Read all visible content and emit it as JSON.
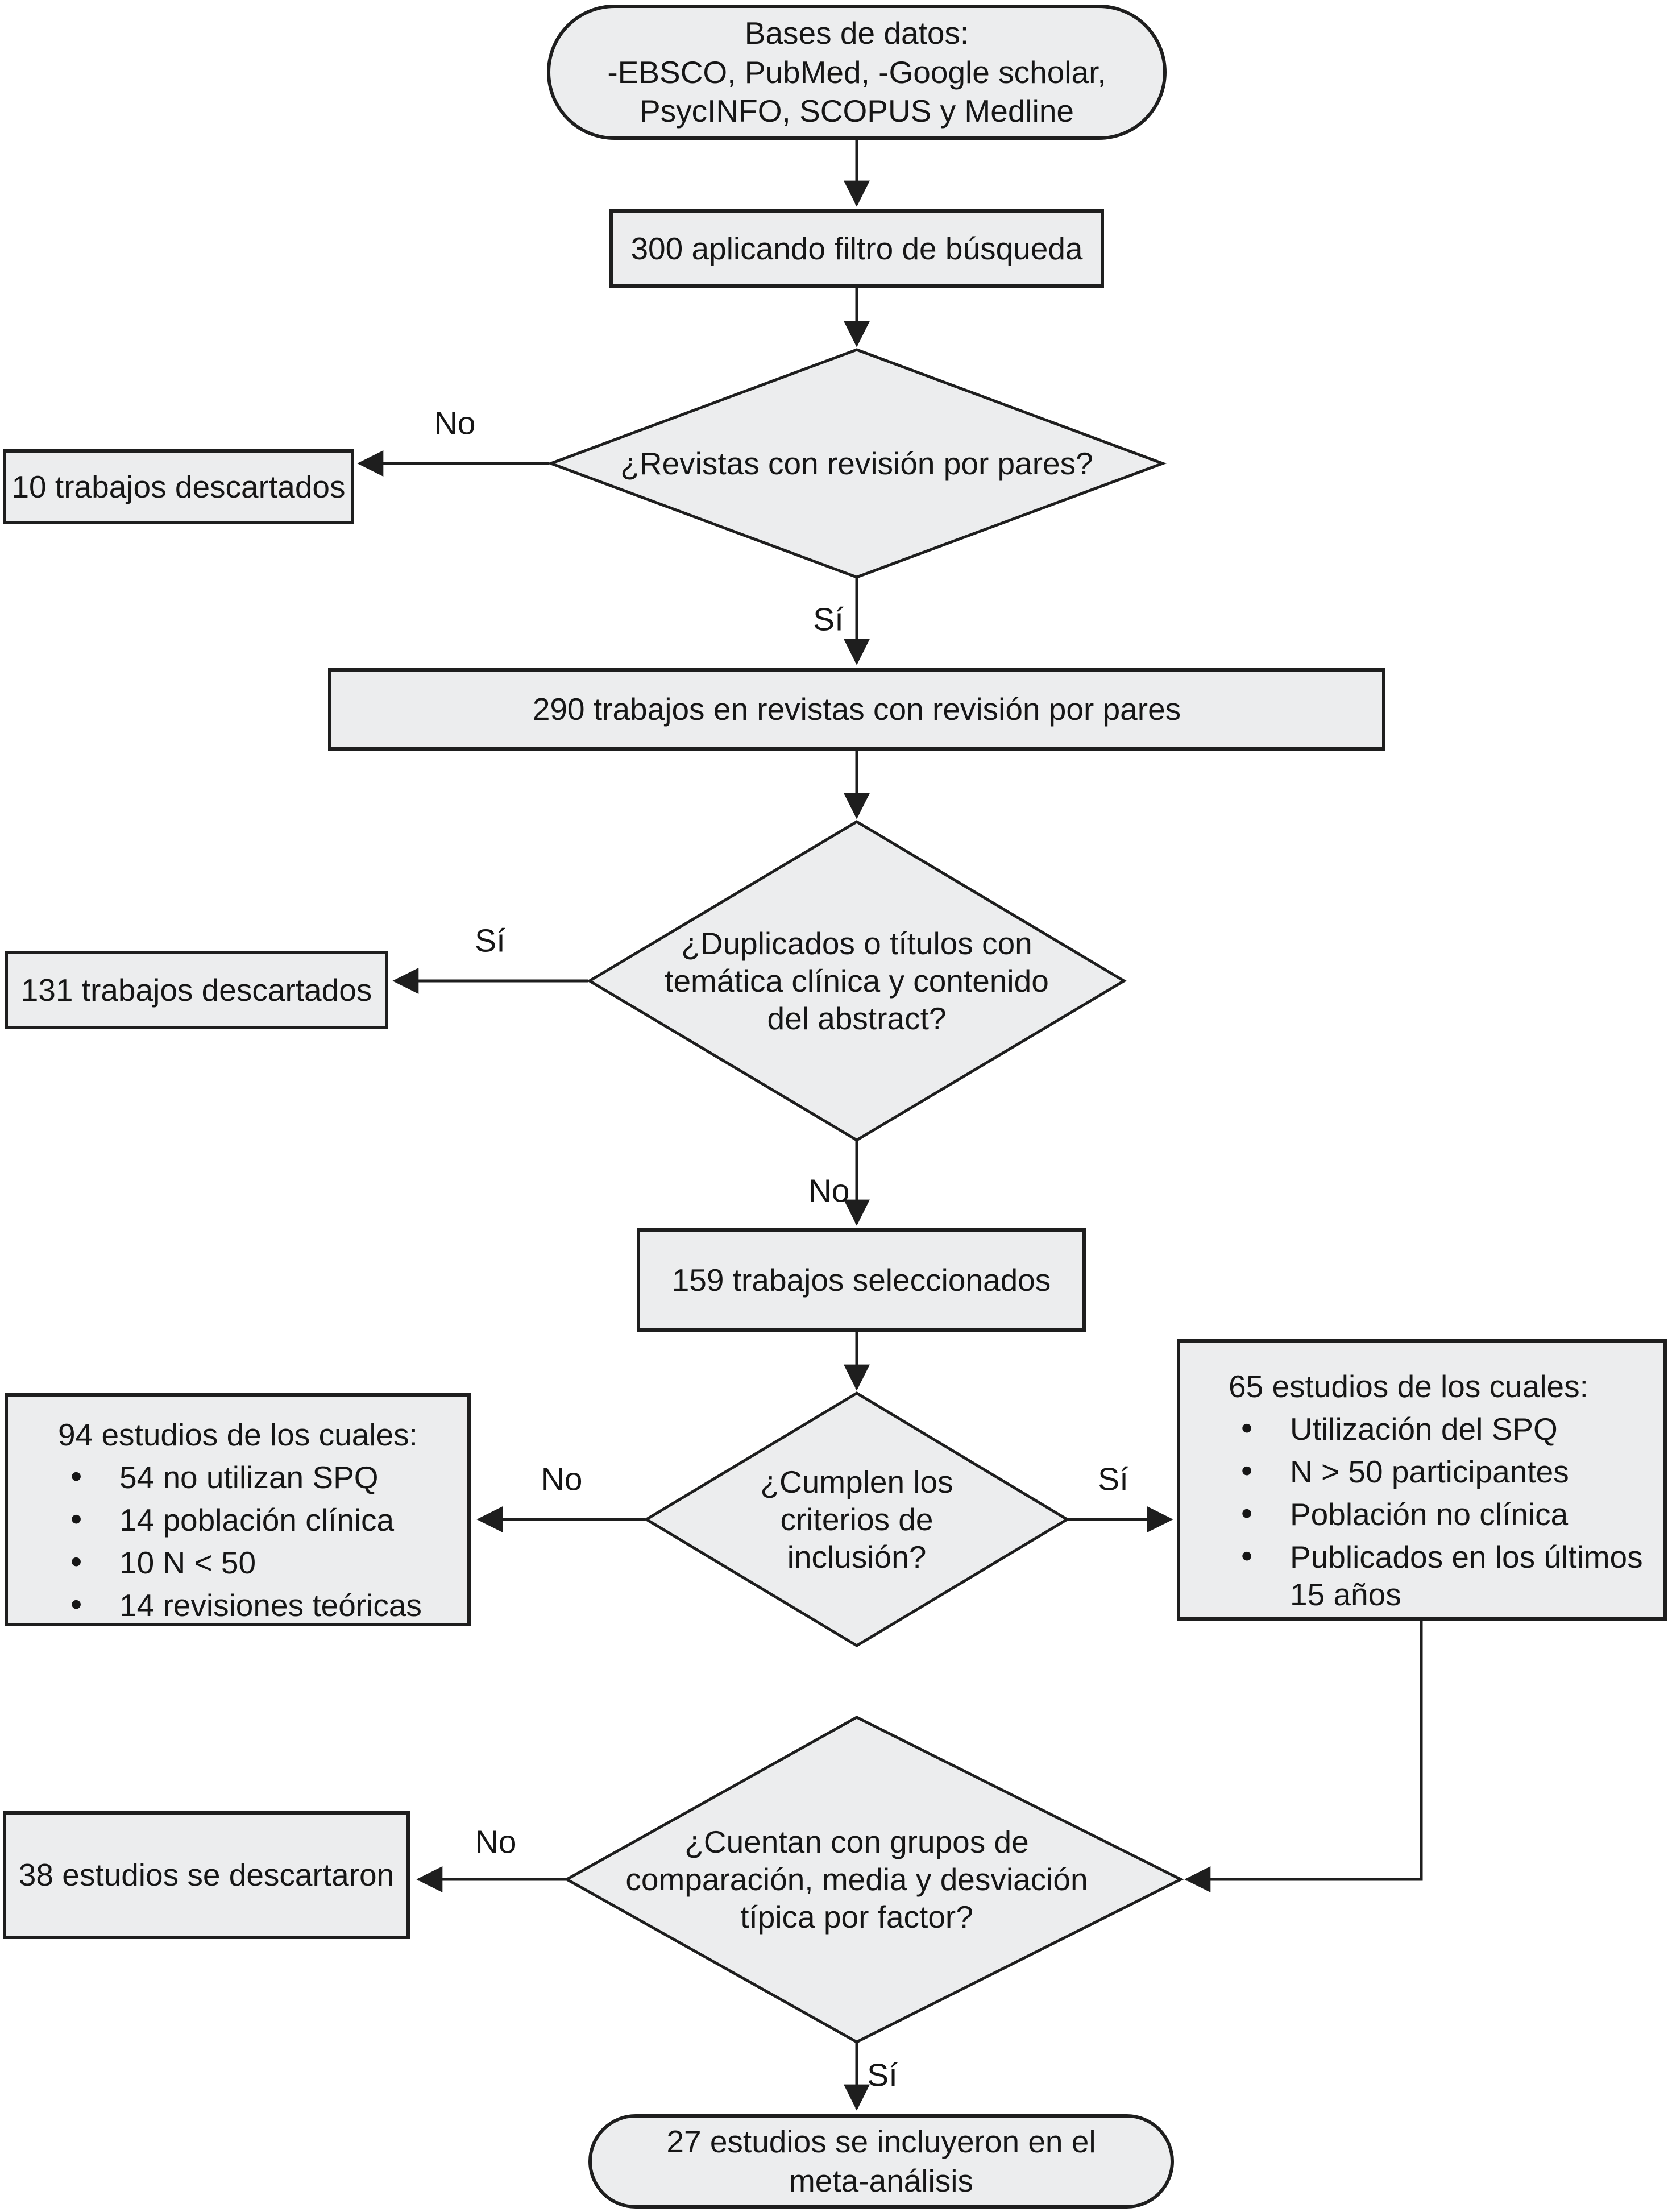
{
  "figure": {
    "type": "flowchart",
    "language": "es",
    "colors": {
      "node_fill": "#ecedee",
      "node_stroke": "#1e1e1e",
      "text": "#161616",
      "background": "#ffffff"
    }
  },
  "nodes": {
    "databases": {
      "text": "Bases de datos:\n-EBSCO, PubMed, -Google scholar,\nPsycINFO, SCOPUS y Medline"
    },
    "search_filter": {
      "text": "300 aplicando filtro de búsqueda"
    },
    "decision_peer_review": {
      "text": "¿Revistas con revisión por pares?"
    },
    "discarded_10": {
      "text": "10 trabajos descartados"
    },
    "peer_reviewed_290": {
      "text": "290 trabajos en revistas con revisión por pares"
    },
    "decision_duplicates": {
      "text": "¿Duplicados o títulos con\ntemática clínica y contenido\ndel abstract?"
    },
    "discarded_131": {
      "text": "131 trabajos descartados"
    },
    "selected_159": {
      "text": "159 trabajos seleccionados"
    },
    "decision_inclusion": {
      "text": "¿Cumplen los\ncriterios de\ninclusión?"
    },
    "excluded_94": {
      "title": "94 estudios de los cuales:",
      "items": [
        "54 no utilizan SPQ",
        "14 población clínica",
        "10 N < 50",
        "14 revisiones teóricas"
      ]
    },
    "included_65": {
      "title": "65 estudios de los cuales:",
      "items": [
        "Utilización del SPQ",
        "N > 50 participantes",
        "Población no clínica",
        "Publicados en los últimos 15 años"
      ]
    },
    "decision_groups": {
      "text": "¿Cuentan con grupos de\ncomparación, media y desviación\ntípica por factor?"
    },
    "discarded_38": {
      "text": "38 estudios se descartaron"
    },
    "included_27": {
      "text": "27 estudios se incluyeron en el\nmeta-análisis"
    }
  },
  "edge_labels": {
    "peer_review_no": "No",
    "peer_review_si": "Sí",
    "duplicates_si": "Sí",
    "duplicates_no": "No",
    "inclusion_no": "No",
    "inclusion_si": "Sí",
    "groups_no": "No",
    "groups_si": "Sí"
  }
}
